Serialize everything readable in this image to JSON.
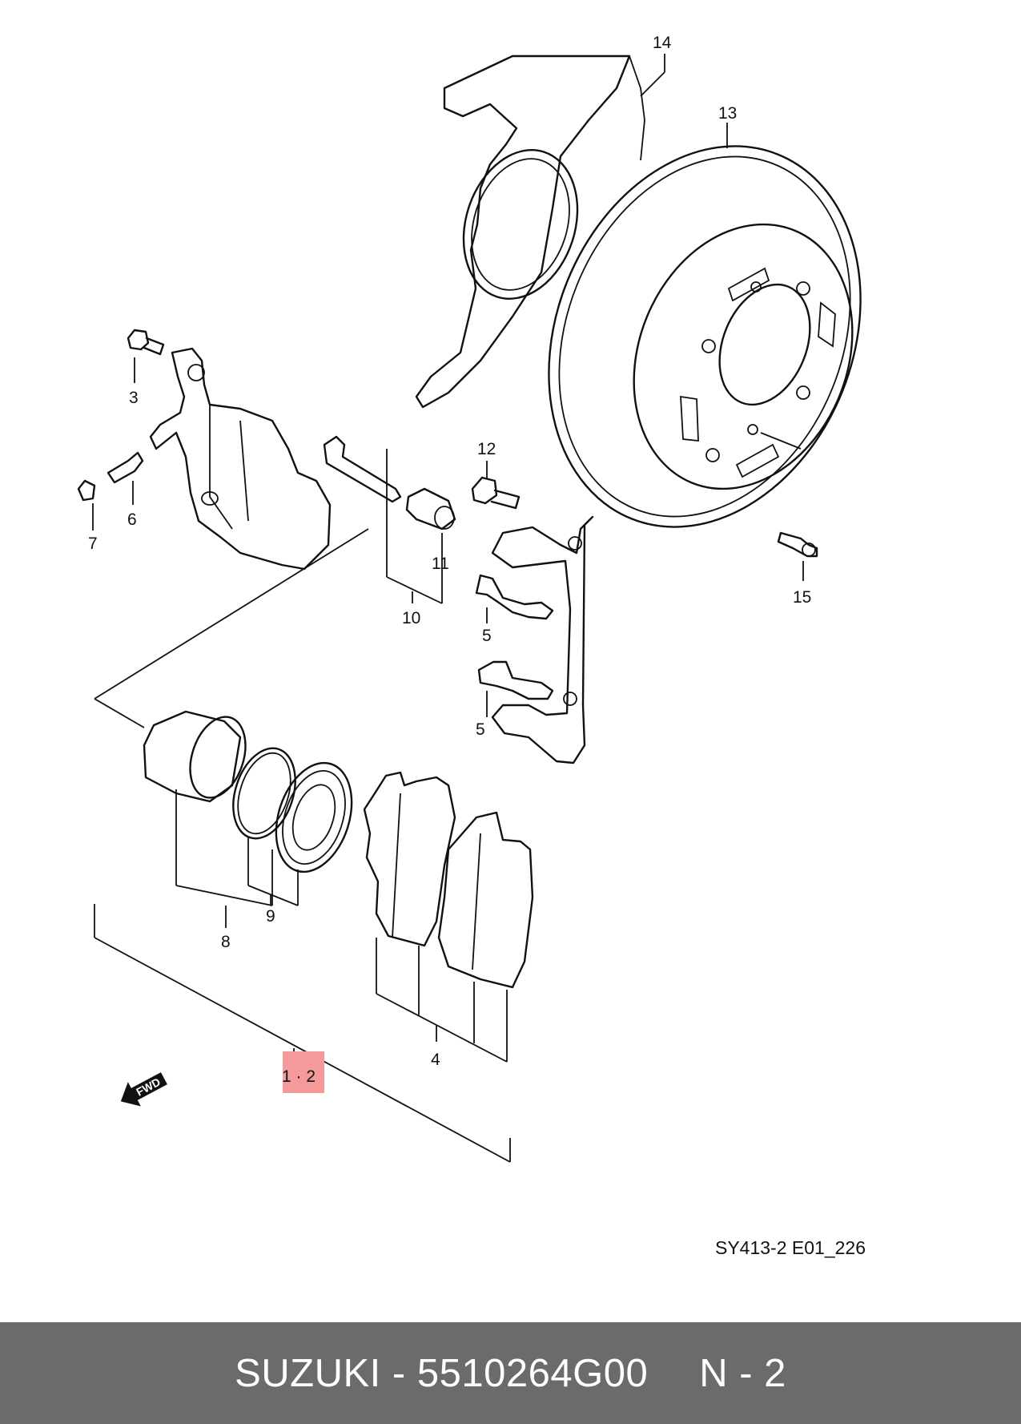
{
  "diagram": {
    "part_labels": {
      "p14": "14",
      "p13": "13",
      "p3": "3",
      "p12": "12",
      "p6": "6",
      "p7": "7",
      "p11": "11",
      "p10": "10",
      "p15": "15",
      "p5a": "5",
      "p5b": "5",
      "p9": "9",
      "p8": "8",
      "p4": "4",
      "p1_2": "1 · 2"
    },
    "highlight_color": "#f59a9a",
    "fwd_label": "FWD",
    "drawing_code": "SY413-2 E01_226"
  },
  "footer": {
    "brand": "SUZUKI",
    "sep": "-",
    "part_number": "5510264G00",
    "qty": "N - 2",
    "background": "#6b6b6b"
  }
}
